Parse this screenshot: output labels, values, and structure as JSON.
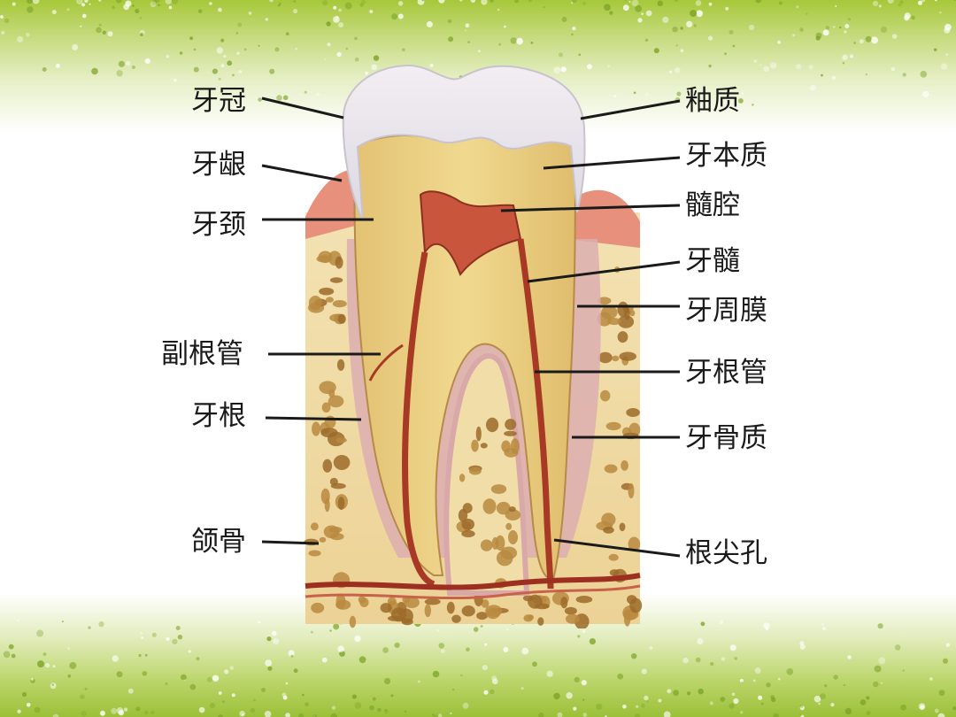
{
  "labels_left": {
    "crown": "牙冠",
    "gum": "牙龈",
    "neck": "牙颈",
    "accessory_canal": "副根管",
    "root": "牙根",
    "jawbone": "颌骨"
  },
  "labels_right": {
    "enamel": "釉质",
    "dentin": "牙本质",
    "pulp_chamber": "髓腔",
    "pulp": "牙髓",
    "periodontal_membrane": "牙周膜",
    "root_canal": "牙根管",
    "cementum": "牙骨质",
    "apical_foramen": "根尖孔"
  },
  "colors": {
    "background_green": "#a6c83a",
    "enamel": "#ecebf0",
    "dentin": "#e9cf84",
    "pulp": "#c9553d",
    "gum": "#e7907c",
    "bone": "#f0dca7",
    "bone_cavity": "#b8893f",
    "periodontal": "#d9a9a9"
  }
}
